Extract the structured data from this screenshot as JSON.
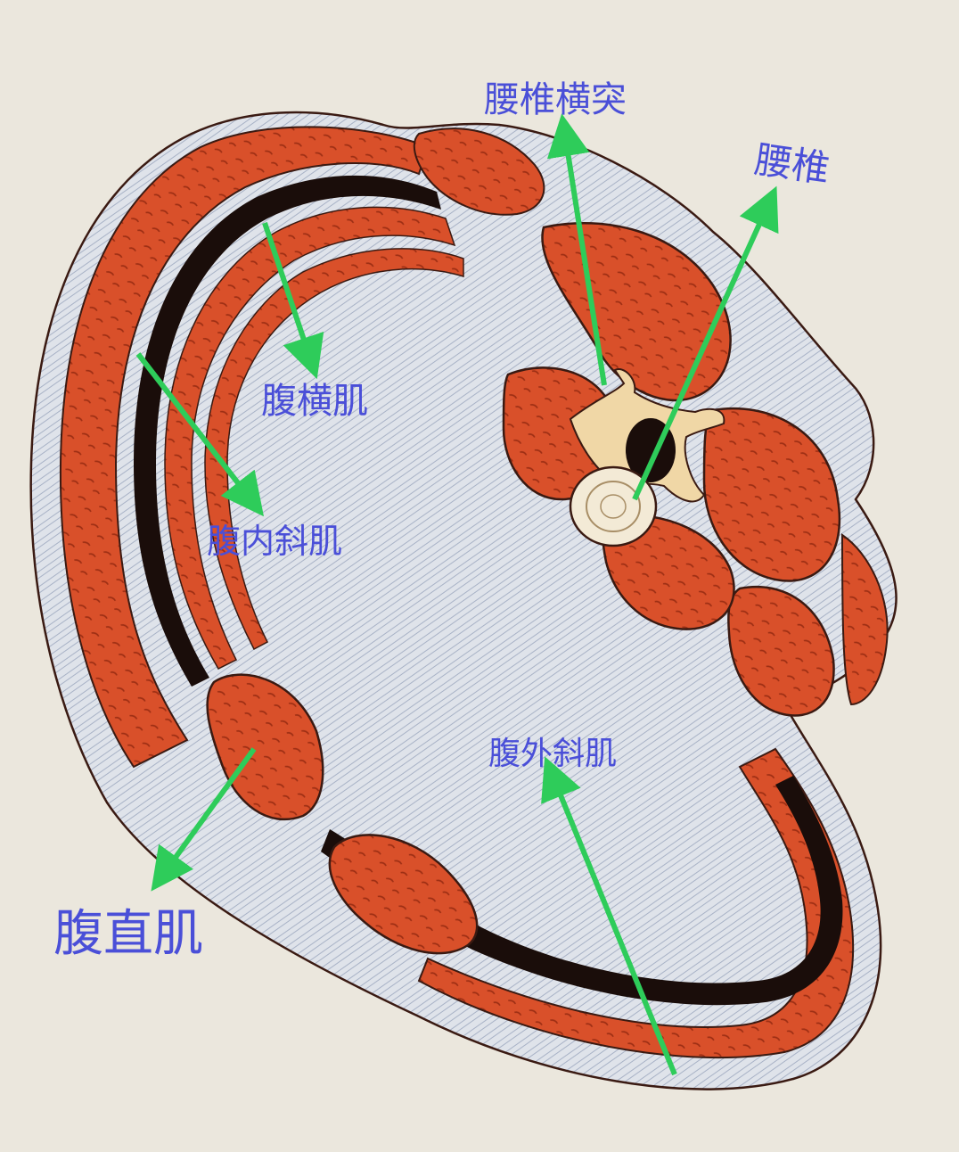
{
  "labels": {
    "lumbar_transverse_process": "腰椎横突",
    "lumbar_vertebra": "腰椎",
    "transversus_abdominis": "腹横肌",
    "internal_oblique": "腹内斜肌",
    "external_oblique": "腹外斜肌",
    "rectus_abdominis": "腹直肌"
  },
  "colors": {
    "background": "#ebe7dd",
    "muscle": "#d9502a",
    "muscle_stripe": "#9e2f14",
    "fascia": "#dfe3ea",
    "fascia_shade": "#9aa6bd",
    "dark_band": "#1a0d0a",
    "bone": "#f0d7a6",
    "arrow": "#2ecc5a",
    "label_text": "#4a4fd8"
  }
}
